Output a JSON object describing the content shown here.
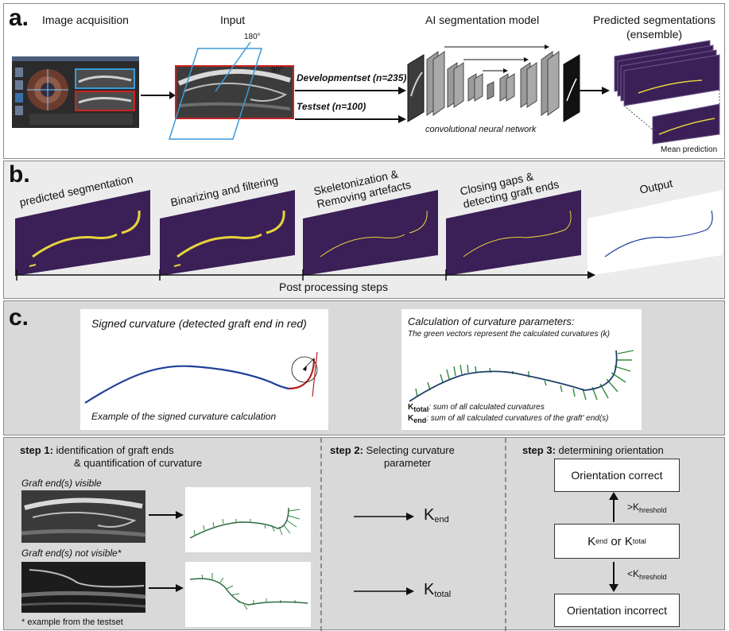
{
  "panel_a": {
    "letter": "a.",
    "image_acquisition": "Image acquisition",
    "input": "Input",
    "ai_model": "AI segmentation model",
    "predicted_title": "Predicted segmentations",
    "predicted_sub": "(ensemble)",
    "angle_180": "180°",
    "angle_90": "90°",
    "development_set": "Developmentset (n=235)",
    "test_set": "Testset (n=100)",
    "cnn_label": "convolutional neural network",
    "mean_prediction": "Mean prediction"
  },
  "panel_b": {
    "letter": "b.",
    "step_labels": [
      "predicted segmentation",
      "Binarizing and filtering",
      "Skeletonization &",
      "Removing artefacts",
      "Closing gaps &",
      "detecting graft ends",
      "Output"
    ],
    "post_processing": "Post processing steps"
  },
  "panel_c": {
    "letter": "c.",
    "signed_title": "Signed curvature (detected graft end in red)",
    "signed_caption": "Example of the signed curvature calculation",
    "calc_title": "Calculation of curvature parameters:",
    "calc_sub": "The green vectors represent the calculated curvatures (k)",
    "k_total_sym": "K",
    "k_total_sub": "total",
    "k_total_desc": ": sum of all calculated curvatures",
    "k_end_sym": "K",
    "k_end_sub": "end",
    "k_end_desc": ": sum of all calculated curvatures of the graft' end(s)"
  },
  "step1": {
    "prefix": "step 1:",
    "title_l1": " identification of graft ends",
    "title_l2": "& quantification of curvature",
    "visible_label": "Graft end(s) visible",
    "not_visible_label": "Graft end(s) not visible*",
    "footnote": "* example from the testset"
  },
  "step2": {
    "prefix": "step 2:",
    "title_l1": " Selecting curvature",
    "title_l2": "parameter",
    "k_sym": "K",
    "k_end_sub": "end",
    "k_total_sub": "total"
  },
  "step3": {
    "prefix": "step 3:",
    "title": " determining orientation",
    "correct": "Orientation correct",
    "incorrect": "Orientation incorrect",
    "k_sym": "K",
    "end_sub": "end",
    "or_word": " or ",
    "total_sub": "total",
    "gt_prefix": ">K",
    "lt_prefix": "<K",
    "threshold_sub": "hreshold"
  },
  "colors": {
    "seg_background": "#3b1f57",
    "seg_yellow": "#e7d43c",
    "curve_blue": "#1f3f9a",
    "graft_end_red": "#b22222",
    "curvature_green": "#2e8b3e",
    "input_border": "#cc2222",
    "plane_blue": "#3a9ad9"
  }
}
